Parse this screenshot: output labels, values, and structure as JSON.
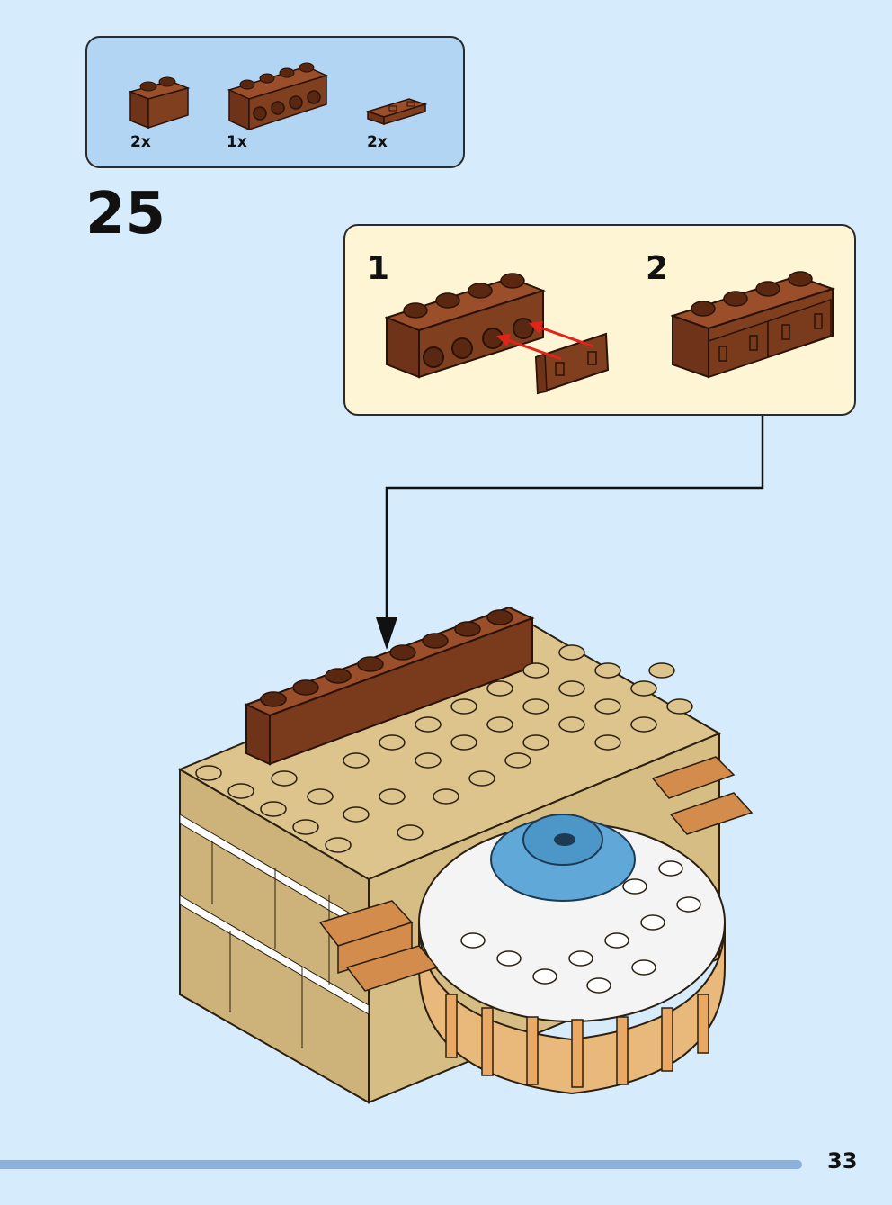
{
  "step": {
    "number": "25"
  },
  "parts": [
    {
      "name": "brick-1x2-reddish-brown",
      "qty": "2x",
      "color": "#7a3a1c"
    },
    {
      "name": "brick-1x4-studs-side-reddish-brown",
      "qty": "1x",
      "color": "#7a3a1c"
    },
    {
      "name": "tile-1x2-grooved-reddish-brown",
      "qty": "2x",
      "color": "#7a3a1c"
    }
  ],
  "substeps": [
    {
      "label": "1"
    },
    {
      "label": "2"
    }
  ],
  "page": {
    "number": "33"
  },
  "colors": {
    "background": "#d6ebfb",
    "parts_box": "#b3d5f4",
    "substep_box": "#fdf5d3",
    "reddish_brown": "#7a3a1c",
    "tan": "#dcc48c",
    "arrow_red": "#e2231a",
    "footer_bar": "#8cb1dc"
  }
}
